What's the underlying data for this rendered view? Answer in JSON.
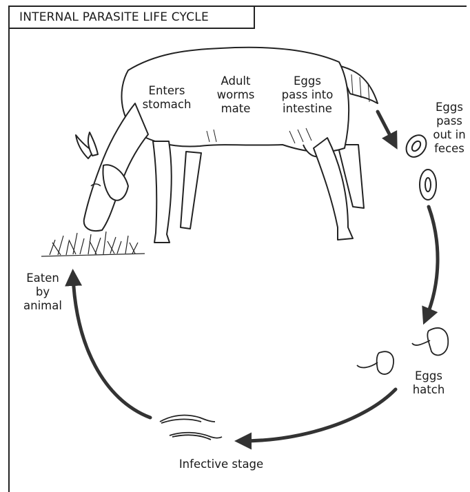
{
  "title": "INTERNAL PARASITE LIFE CYCLE",
  "labels": {
    "enters_stomach": "Enters\nstomach",
    "adult_worms_mate": "Adult\nworms\nmate",
    "eggs_intestine": "Eggs\npass into\nintestine",
    "eggs_feces": "Eggs\npass\nout in\nfeces",
    "eggs_hatch": "Eggs\nhatch",
    "infective_stage": "Infective stage",
    "eaten_by_animal": "Eaten\nby\nanimal"
  }
}
